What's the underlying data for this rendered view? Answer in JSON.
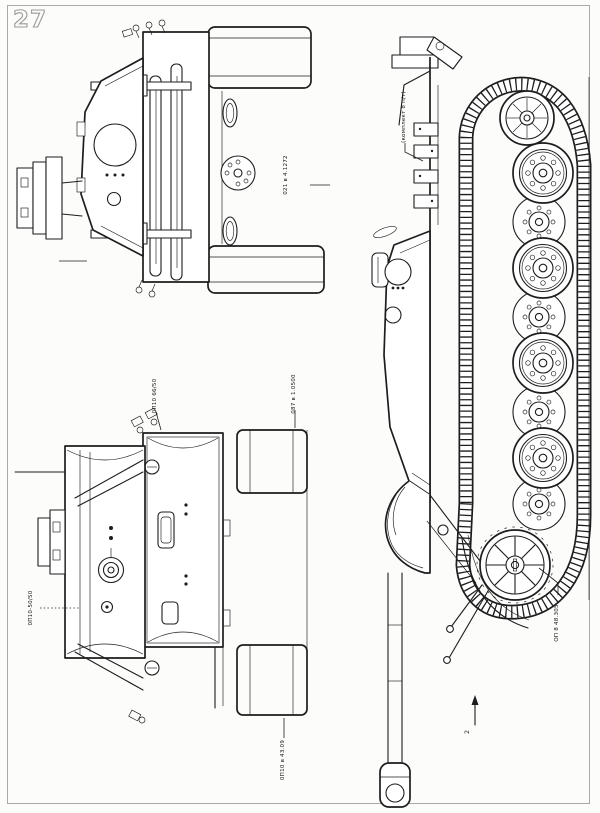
{
  "page": {
    "number": "27",
    "paper_color": "#fcfcfb",
    "border_color": "#a9a9a9",
    "ink_color": "#1d1d1d"
  },
  "labels": {
    "rear_code": "021 в 4.1272",
    "front_code_top": "0П10 66/50",
    "front_code_top_right": "087 в 1.0500",
    "front_code_left": "0П10-50/50",
    "front_code_bottom": "0П10 в 43.09",
    "side_code_top": "(комплект 8 п/т)",
    "side_code_sprocket": "ОП 8 48.305",
    "direction_number": "2"
  }
}
